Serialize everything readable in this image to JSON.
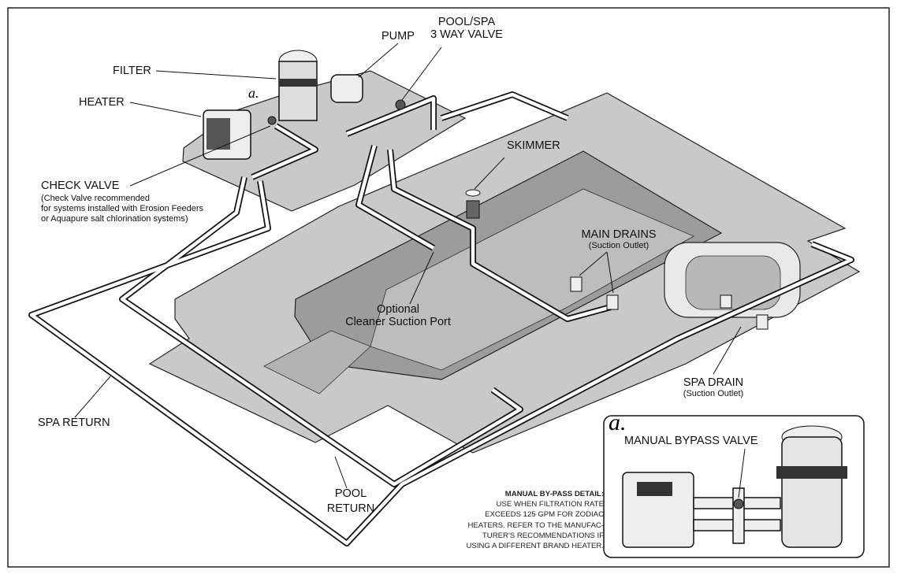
{
  "labels": {
    "filter": "FILTER",
    "heater": "HEATER",
    "pump": "PUMP",
    "pool_spa_valve_1": "POOL/SPA",
    "pool_spa_valve_2": "3 WAY VALVE",
    "check_valve": "CHECK VALVE",
    "check_valve_note_1": "(Check Valve recommended",
    "check_valve_note_2": "for systems installed with Erosion Feeders",
    "check_valve_note_3": "or Aquapure salt chlorination systems)",
    "skimmer": "SKIMMER",
    "main_drains": "MAIN DRAINS",
    "main_drains_sub": "(Suction Outlet)",
    "cleaner_port_1": "Optional",
    "cleaner_port_2": "Cleaner Suction Port",
    "spa_drain": "SPA DRAIN",
    "spa_drain_sub": "(Suction Outlet)",
    "spa_return": "SPA RETURN",
    "pool_return_1": "POOL",
    "pool_return_2": "RETURN",
    "detail_marker": "a."
  },
  "inset": {
    "marker": "a.",
    "manual_bypass_valve": "MANUAL BYPASS VALVE"
  },
  "note": {
    "title": "MANUAL BY-PASS DETAIL:",
    "lines": [
      "USE WHEN FILTRATION RATE",
      "EXCEEDS 125 GPM FOR ZODIAC",
      "HEATERS. REFER TO THE MANUFAC-",
      "TURER'S RECOMMENDATIONS IF",
      "USING A DIFFERENT BRAND HEATER."
    ]
  },
  "colors": {
    "deck": "#c9c9c9",
    "pool_wall": "#9a9a9a",
    "pipe": "#ffffff",
    "outline": "#111111"
  }
}
